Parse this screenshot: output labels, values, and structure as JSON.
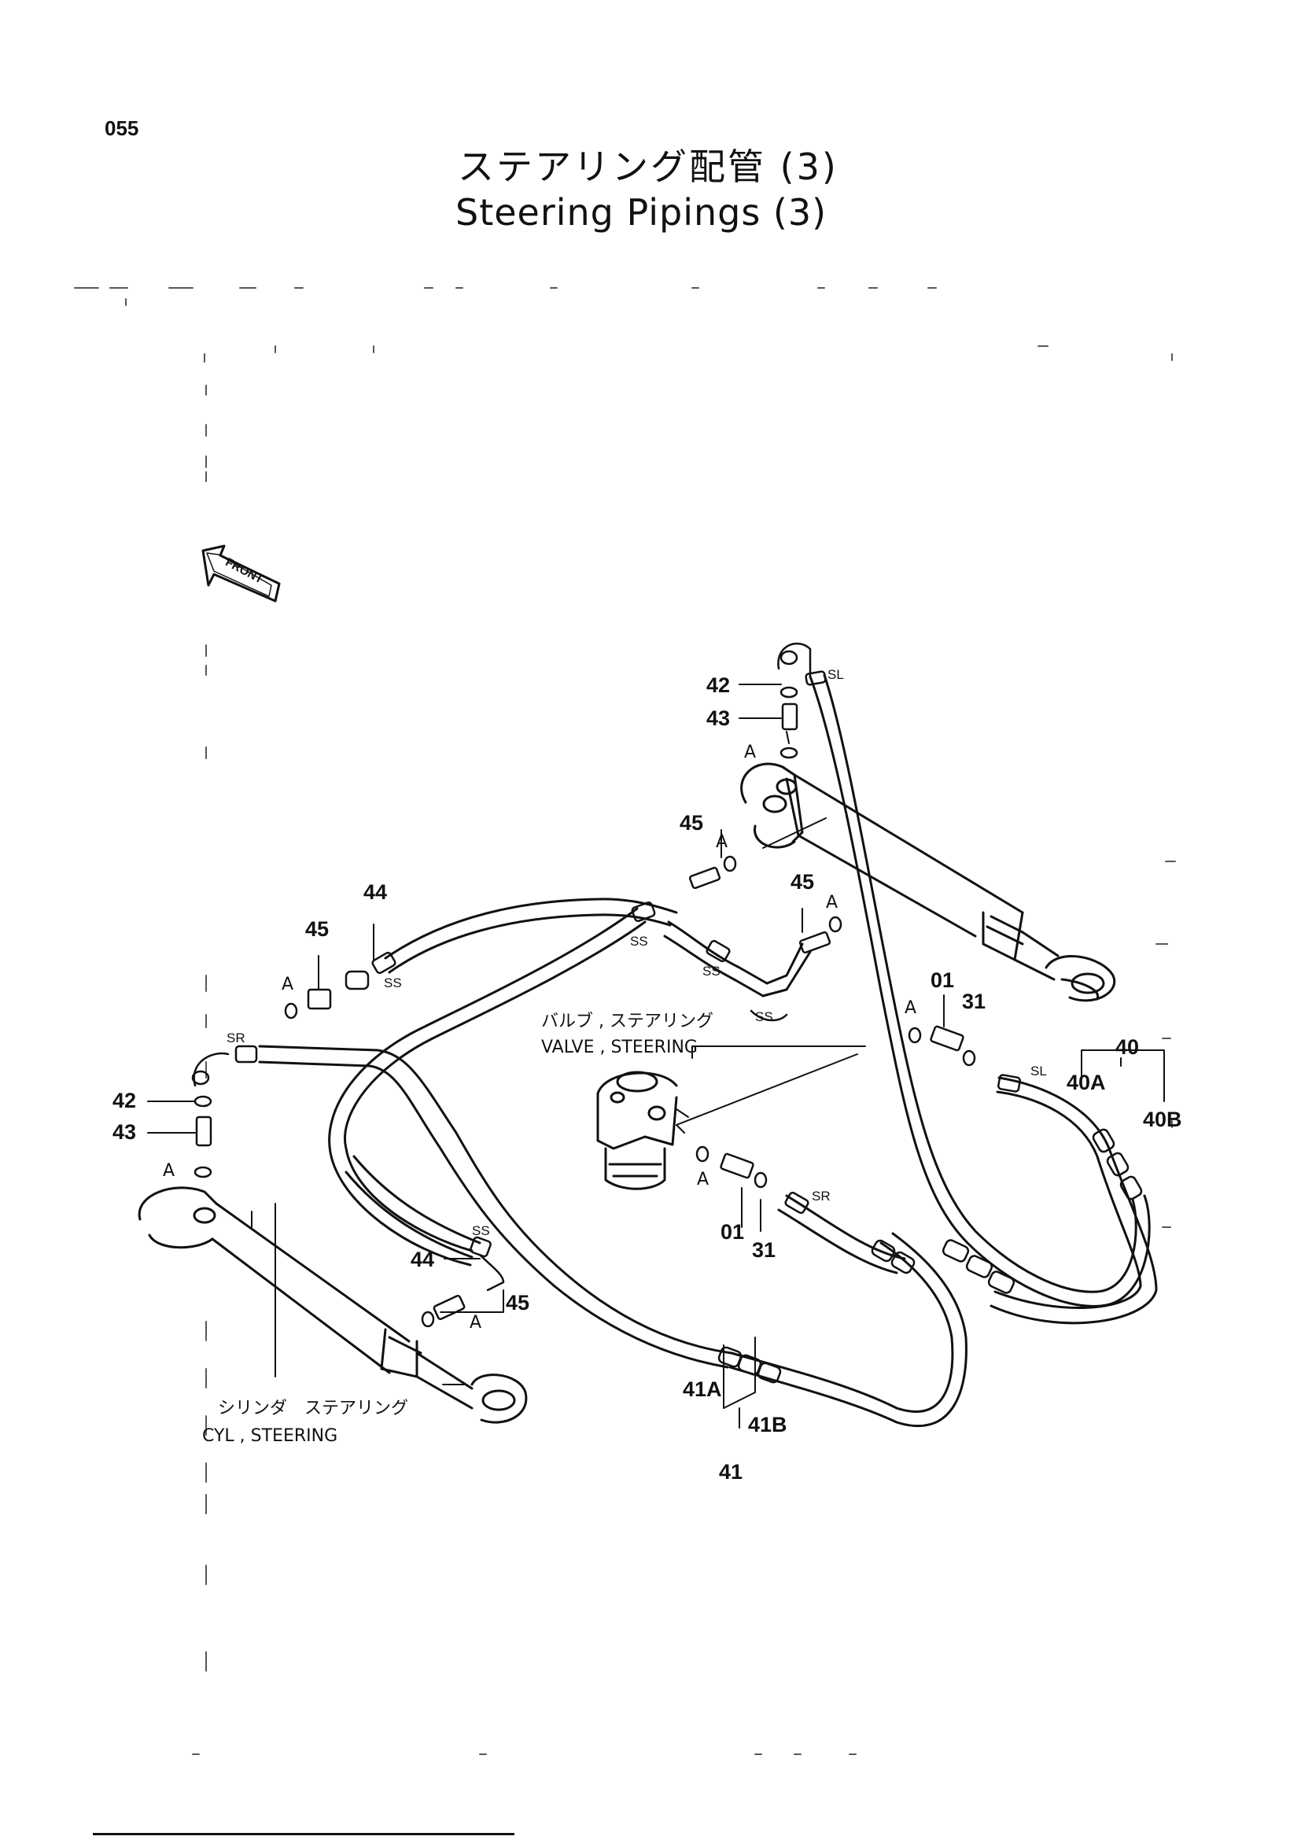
{
  "page_number": "055",
  "title_jp": "ステアリング配管 (3)",
  "title_en": "Steering Pipings (3)",
  "front_label": "FRONT",
  "components": {
    "valve_jp": "バルブ , ステアリング",
    "valve_en": "VALVE , STEERING",
    "cylinder_jp": "シリンダ　ステアリング",
    "cylinder_en": "CYL , STEERING"
  },
  "port_labels": {
    "sl_top": "SL",
    "sl_right": "SL",
    "sr_left": "SR",
    "sr_valve": "SR",
    "ss_1": "SS",
    "ss_2": "SS",
    "ss_3": "SS",
    "ss_4": "SS",
    "ss_5": "SS"
  },
  "part_labels": {
    "p42_top": "42",
    "p43_top": "43",
    "a_top": "A",
    "p45_mid": "45",
    "a_mid": "A",
    "p45_right": "45",
    "a_right": "A",
    "p44_top": "44",
    "p45_left": "45",
    "a_left": "A",
    "p01_right": "01",
    "a_01_right": "A",
    "p31_right": "31",
    "p40": "40",
    "p40a": "40A",
    "p40b": "40B",
    "p42_left": "42",
    "p43_left": "43",
    "a_43_left": "A",
    "a_valve": "A",
    "p01_valve": "01",
    "p31_valve": "31",
    "p44_bottom": "44",
    "p45_bottom": "45",
    "a_bottom": "A",
    "p41a": "41A",
    "p41b": "41B",
    "p41": "41"
  }
}
